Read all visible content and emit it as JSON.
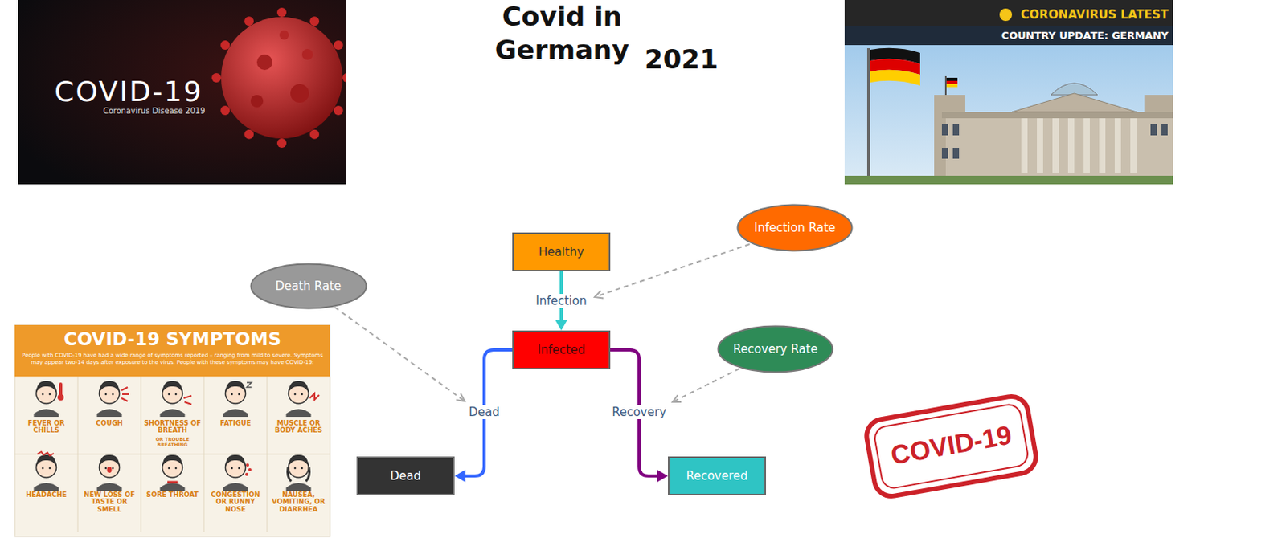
{
  "diagram": {
    "title": "Covid in Germany",
    "nodes": [
      {
        "text": [
          "Healthy"
        ]
      },
      {
        "text": [
          "Infection Rate"
        ]
      },
      {
        "text": [
          "Death Rate"
        ]
      },
      {
        "text": [
          "Infected"
        ]
      },
      {
        "text": [
          "Recovery Rate"
        ]
      },
      {
        "text": [
          "Dead"
        ]
      },
      {
        "text": [
          "Recovered"
        ]
      }
    ],
    "edges": [
      {
        "from": 0,
        "to": 3,
        "label": "Infection",
        "arrow": "to"
      },
      {
        "from": 3,
        "to": 5,
        "label": "Dead",
        "arrow": "to"
      },
      {
        "from": 3,
        "to": 6,
        "label": "Recovery",
        "arrow": "to"
      }
    ],
    "labels": [
      "2021",
      "COVID-19",
      "Coronavirus Disease 2019",
      "CORONAVIRUS LATEST",
      "COUNTRY UPDATE: GERMANY",
      "COVID-19 SYMPTOMS",
      "People with COVID-19 have had a wide range of symptoms reported – ranging from mild to severe. Symptoms may appear two-14 days after exposure to the virus. People with these symptoms may have COVID-19:",
      "FEVER OR CHILLS",
      "COUGH",
      "SHORTNESS OF BREATH",
      "OR TROUBLE BREATHING",
      "FATIGUE",
      "MUSCLE OR BODY ACHES",
      "HEADACHE",
      "NEW LOSS OF TASTE OR SMELL",
      "SORE THROAT",
      "CONGESTION OR RUNNY NOSE",
      "NAUSEA, VOMITING, OR DIARRHEA",
      "COVID-19"
    ]
  }
}
